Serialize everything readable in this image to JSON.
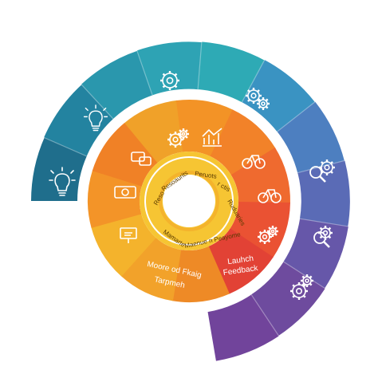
{
  "diagram": {
    "outer_ring": {
      "colors": [
        "#1f6e8c",
        "#2383a0",
        "#2a97ad",
        "#2ea3b4",
        "#2eaab5",
        "#3a93c2",
        "#4d7fc0",
        "#5a6bb6",
        "#6657a9",
        "#6e4b9e",
        "#71449b"
      ],
      "icons": [
        "bulb-icon",
        "bulb-icon",
        "gear-icon",
        "gears-icon",
        "search-gear-icon",
        "search-gear-icon",
        "gears-icon"
      ]
    },
    "middle_ring": {
      "colors": [
        "#f0a129",
        "#f39326",
        "#f28229",
        "#ef6a2f",
        "#ea5233",
        "#e24235",
        "#ee8a26",
        "#f2a22a",
        "#f4b32c",
        "#f39428",
        "#f08126"
      ],
      "icons": [
        "chat-icon",
        "gears-icon",
        "chart-icon",
        "bike-icon",
        "bike-icon",
        "gears-icon",
        "money-icon",
        "presentation-icon"
      ],
      "labels": [
        "Moore od Fkaig Tarpmeh",
        "Lauhch Feedback"
      ]
    },
    "inner_ring": {
      "color": "#f6c533",
      "labels": [
        "Reso",
        "Resoaurits",
        "Peruots",
        "r ctis",
        "Ruduaries",
        "Mamarte",
        "Maenue n Peayome"
      ]
    }
  }
}
